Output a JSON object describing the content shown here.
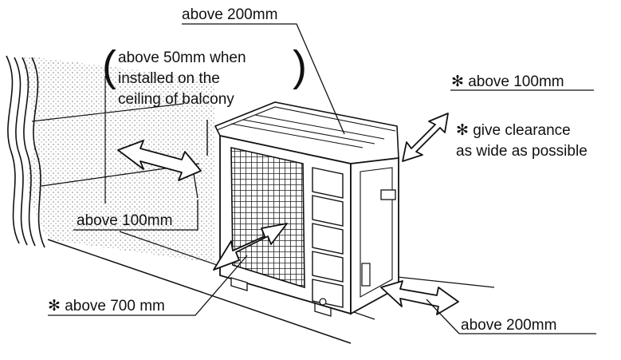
{
  "labels": {
    "top": "above 200mm",
    "balcony": "above 50mm when\ninstalled on the\nceiling of balcony",
    "right_side": "✻ above  100mm",
    "clearance": "✻ give clearance\nas wide as possible",
    "left_side": "above 100mm",
    "front": "✻ above 700 mm",
    "back_right": "above 200mm"
  }
}
